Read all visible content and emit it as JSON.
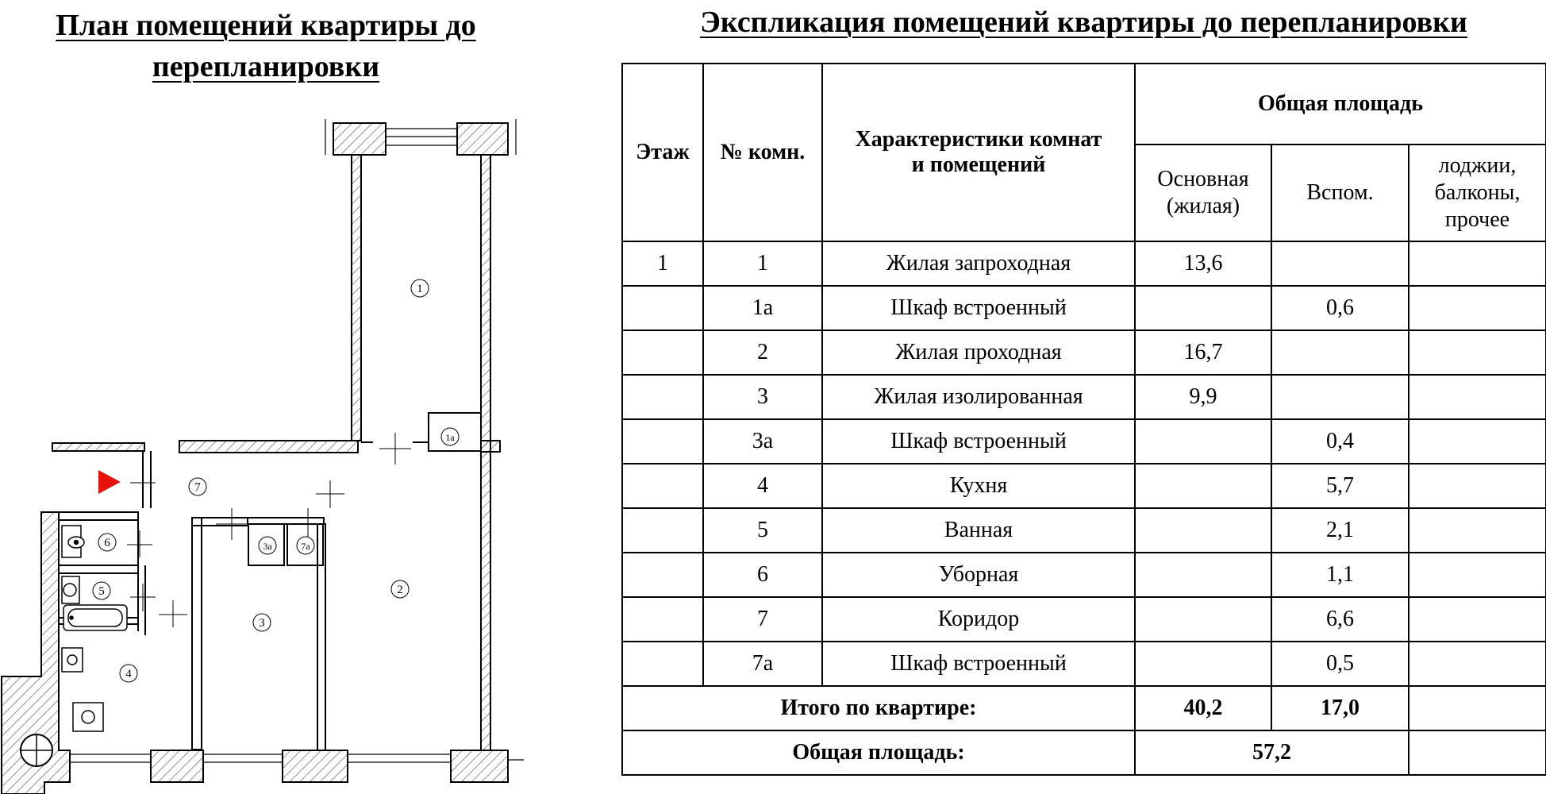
{
  "plan": {
    "title_line1": "План помещений квартиры до",
    "title_line2": "перепланировки",
    "room_labels": [
      "1",
      "1а",
      "7",
      "6",
      "3а",
      "7а",
      "5",
      "3",
      "2",
      "4"
    ],
    "colors": {
      "lines": "#000000",
      "entrance_arrow": "#e8120c",
      "hatch": "#555555"
    }
  },
  "explication": {
    "title": "Экспликация помещений квартиры до перепланировки",
    "headers": {
      "floor": "Этаж",
      "room_no": "№ комн.",
      "characteristics_line1": "Характеристики комнат",
      "characteristics_line2": "и помещений",
      "total_area": "Общая площадь",
      "main_line1": "Основная",
      "main_line2": "(жилая)",
      "aux": "Вспом.",
      "other_line1": "лоджии,",
      "other_line2": "балконы,",
      "other_line3": "прочее"
    },
    "rows": [
      {
        "floor": "1",
        "no": "1",
        "name": "Жилая запроходная",
        "main": "13,6",
        "aux": "",
        "other": ""
      },
      {
        "floor": "",
        "no": "1а",
        "name": "Шкаф встроенный",
        "main": "",
        "aux": "0,6",
        "other": ""
      },
      {
        "floor": "",
        "no": "2",
        "name": "Жилая проходная",
        "main": "16,7",
        "aux": "",
        "other": ""
      },
      {
        "floor": "",
        "no": "3",
        "name": "Жилая изолированная",
        "main": "9,9",
        "aux": "",
        "other": ""
      },
      {
        "floor": "",
        "no": "3а",
        "name": "Шкаф встроенный",
        "main": "",
        "aux": "0,4",
        "other": ""
      },
      {
        "floor": "",
        "no": "4",
        "name": "Кухня",
        "main": "",
        "aux": "5,7",
        "other": ""
      },
      {
        "floor": "",
        "no": "5",
        "name": "Ванная",
        "main": "",
        "aux": "2,1",
        "other": ""
      },
      {
        "floor": "",
        "no": "6",
        "name": "Уборная",
        "main": "",
        "aux": "1,1",
        "other": ""
      },
      {
        "floor": "",
        "no": "7",
        "name": "Коридор",
        "main": "",
        "aux": "6,6",
        "other": ""
      },
      {
        "floor": "",
        "no": "7а",
        "name": "Шкаф встроенный",
        "main": "",
        "aux": "0,5",
        "other": ""
      }
    ],
    "total_label": "Итого по квартире:",
    "total_main": "40,2",
    "total_aux": "17,0",
    "grand_label": "Общая площадь:",
    "grand_value": "57,2"
  }
}
